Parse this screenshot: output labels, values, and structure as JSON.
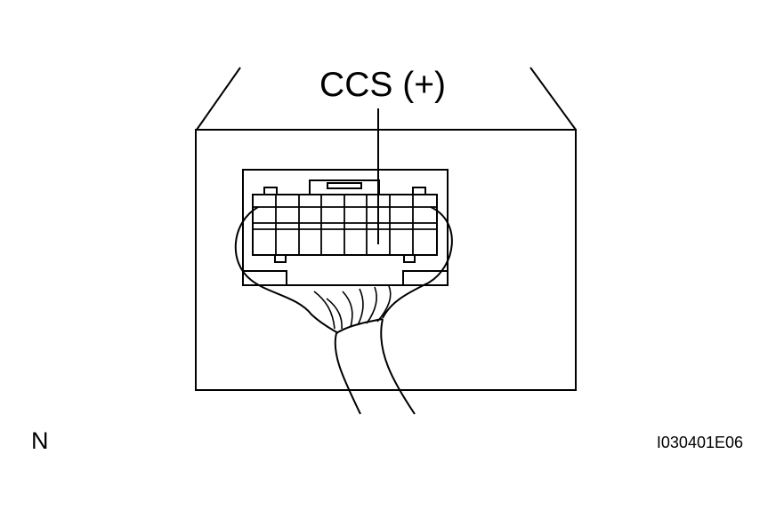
{
  "callout": {
    "label": "CCS (+)"
  },
  "view_code": "N",
  "figure_id": "I030401E06",
  "colors": {
    "line": "#000000",
    "background": "#ffffff"
  }
}
